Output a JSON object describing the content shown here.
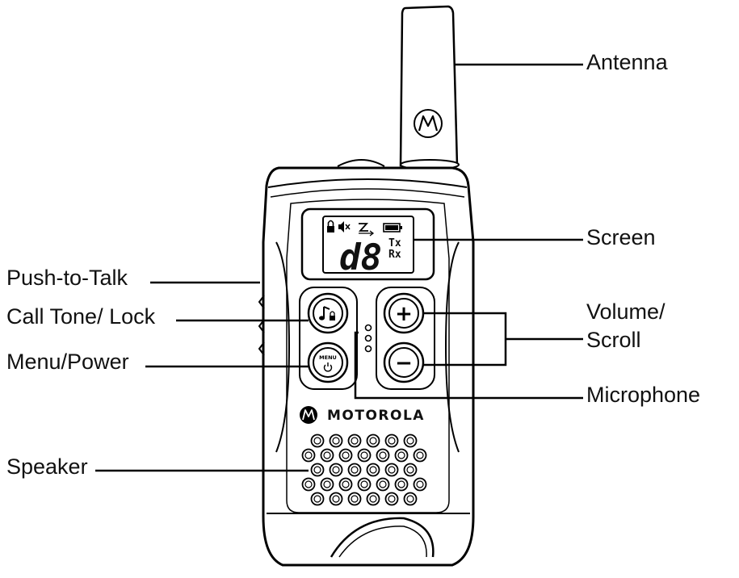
{
  "labels": {
    "antenna": "Antenna",
    "screen": "Screen",
    "push_to_talk": "Push-to-Talk",
    "call_tone_lock": "Call Tone/ Lock",
    "menu_power": "Menu/Power",
    "volume_line1": "Volume/",
    "volume_line2": "Scroll",
    "microphone": "Microphone",
    "speaker": "Speaker"
  },
  "device": {
    "brand": "MOTOROLA",
    "display_channel": "d8",
    "display_tx": "Tx",
    "display_rx": "Rx",
    "menu_button_text": "MENU",
    "plus_symbol": "+",
    "minus_symbol": "−"
  },
  "icons": [
    "antenna-logo-icon",
    "lock-icon",
    "mute-icon",
    "scan-icon",
    "battery-icon",
    "music-note-icon",
    "power-icon",
    "motorola-logo-icon"
  ]
}
